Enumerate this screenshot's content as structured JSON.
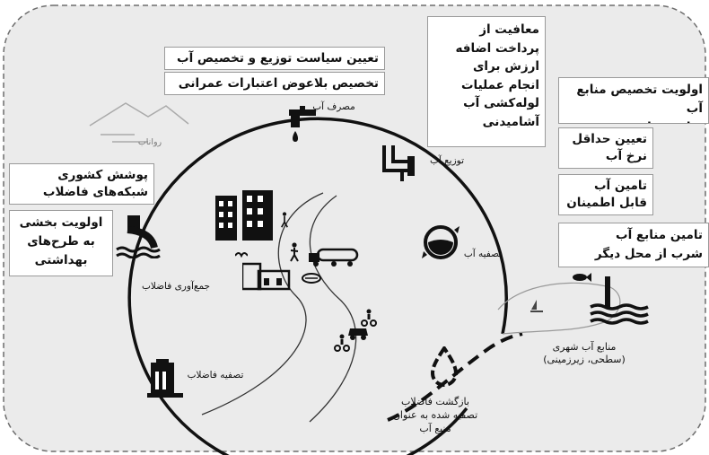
{
  "policy_boxes": {
    "allocation_policy": "تعیین سیاست توزیع و تخصیص آب",
    "grant_allocation": "تخصیص بلاعوض اعتبارات عمرانی",
    "tax_exemption": "معافیت از\nپرداخت اضافه\nارزش برای\nانجام عملیات\nلوله‌کشی آب\nآشامیدنی",
    "urban_priority": "اولویت تخصیص منابع آب\nبرای مصارف شهری",
    "min_rate": "تعیین حداقل\nنرخ آب",
    "reliable_supply": "تامین آب\nقابل اطمینان",
    "transfer_supply": "تامین منابع آب\nشرب از محل دیگر",
    "sewer_coverage": "پوشش کشوری\nشبکه‌های فاضلاب",
    "sector_priority": "اولویت بخشی\nبه طرح‌های\nبهداشتی"
  },
  "cycle_labels": {
    "consumption": "مصرف آب",
    "runoff": "رواناب",
    "distribution": "توزیع آب",
    "treatment": "تصفیه آب",
    "urban_sources": "منابع آب شهری\n(سطحی، زیرزمینی)",
    "wastewater_return": "بازگشت فاضلاب\nتصفیه شده به عنوان\nمنبع آب",
    "wastewater_treatment": "تصفیه فاضلاب",
    "wastewater_collection": "جمع‌آوری فاضلاب"
  },
  "icons": [
    "faucet-icon",
    "pipes-icon",
    "water-basin-icon",
    "river-source-icon",
    "recycle-drop-icon",
    "treatment-plant-icon",
    "sewer-outlet-icon",
    "city-buildings-icon",
    "mountain-icon",
    "fish-icon",
    "truck-icon",
    "car-icon",
    "pedestrian-icon",
    "bird-icon"
  ],
  "colors": {
    "line": "#111111",
    "border": "#6d6d6d",
    "bg": "#ebebeb",
    "box_border": "#9a9a9a"
  }
}
